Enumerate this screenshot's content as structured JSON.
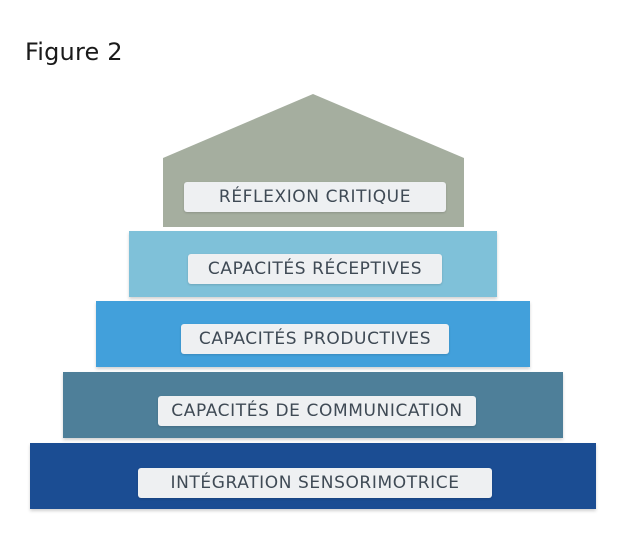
{
  "figure": {
    "title": "Figure 2"
  },
  "tiers": [
    {
      "label": "RÉFLEXION CRITIQUE",
      "color": "#a5ae9f"
    },
    {
      "label": "CAPACITÉS RÉCEPTIVES",
      "color": "#7fc1d9"
    },
    {
      "label": "CAPACITÉS PRODUCTIVES",
      "color": "#42a0db"
    },
    {
      "label": "CAPACITÉS DE COMMUNICATION",
      "color": "#4e7f99"
    },
    {
      "label": "INTÉGRATION SENSORIMOTRICE",
      "color": "#1b4d93"
    }
  ]
}
